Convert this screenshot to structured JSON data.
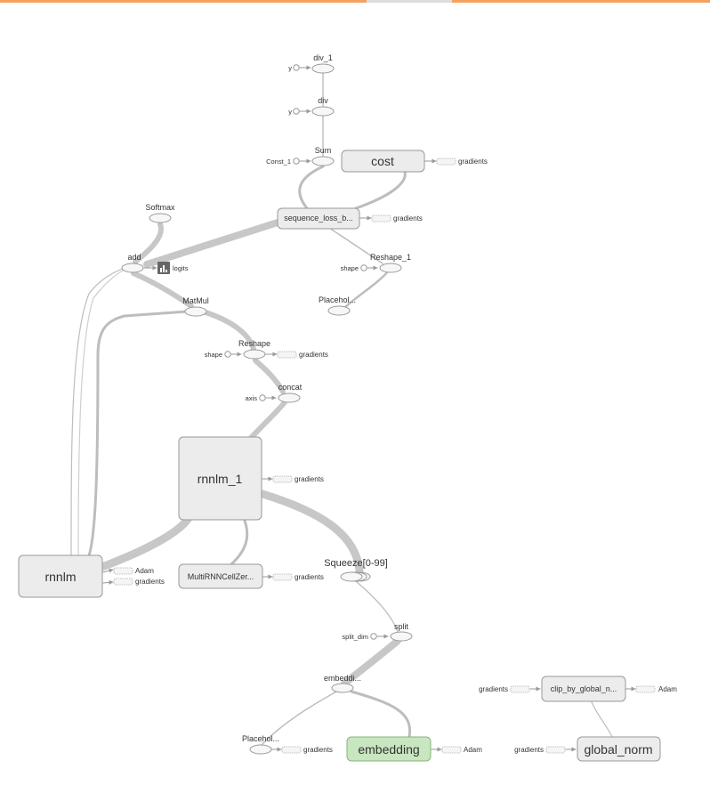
{
  "colors": {
    "edge": "#b5b5b5",
    "edge_thick": "#c3c3c3",
    "node_stroke": "#999999",
    "node_fill": "#f2f2f2",
    "group_fill": "#ececec",
    "embedding_fill": "#c8e6c0",
    "embedding_stroke": "#8ab37d",
    "header_accent": "#f4a261"
  },
  "nodes": {
    "div_1": "div_1",
    "div": "div",
    "sum": "Sum",
    "const_1": "Const_1",
    "y_top": "y",
    "y_mid": "y",
    "cost": "cost",
    "sequence_loss": "sequence_loss_b...",
    "softmax": "Softmax",
    "add": "add",
    "logits": "logits",
    "reshape_1": "Reshape_1",
    "shape_right": "shape",
    "placeholder_top": "Placehol...",
    "matmul": "MatMul",
    "reshape": "Reshape",
    "shape_left": "shape",
    "concat": "concat",
    "axis": "axis",
    "rnnlm_1": "rnnlm_1",
    "rnnlm": "rnnlm",
    "multirnn": "MultiRNNCellZer...",
    "squeeze": "Squeeze[0-99]",
    "split": "split",
    "split_dim": "split_dim",
    "embedding_lookup": "embeddi...",
    "placeholder_bottom": "Placehol...",
    "embedding": "embedding",
    "clip": "clip_by_global_n...",
    "global_norm": "global_norm"
  },
  "aux": {
    "gradients": "gradients",
    "adam": "Adam"
  }
}
